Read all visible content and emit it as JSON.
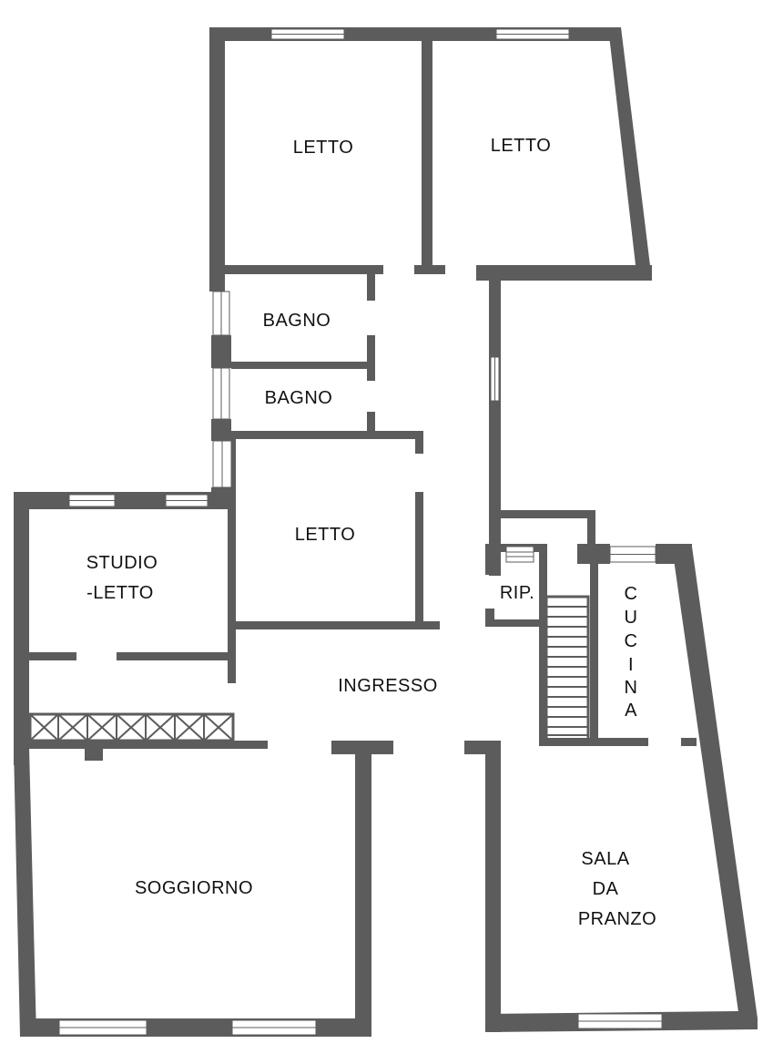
{
  "rooms": {
    "letto_1": "LETTO",
    "letto_2": "LETTO",
    "bagno_1": "BAGNO",
    "bagno_2": "BAGNO",
    "letto_3": "LETTO",
    "studio_1": "STUDIO",
    "studio_2": "-LETTO",
    "rip": "RIP.",
    "cucina": [
      "C",
      "U",
      "C",
      "I",
      "N",
      "A"
    ],
    "ingresso": "INGRESSO",
    "soggiorno": "SOGGIORNO",
    "sala_1": "SALA",
    "sala_2": "DA",
    "sala_3": "PRANZO"
  },
  "colors": {
    "wall": "#5c5c5c",
    "background": "#ffffff",
    "text": "#111111"
  }
}
